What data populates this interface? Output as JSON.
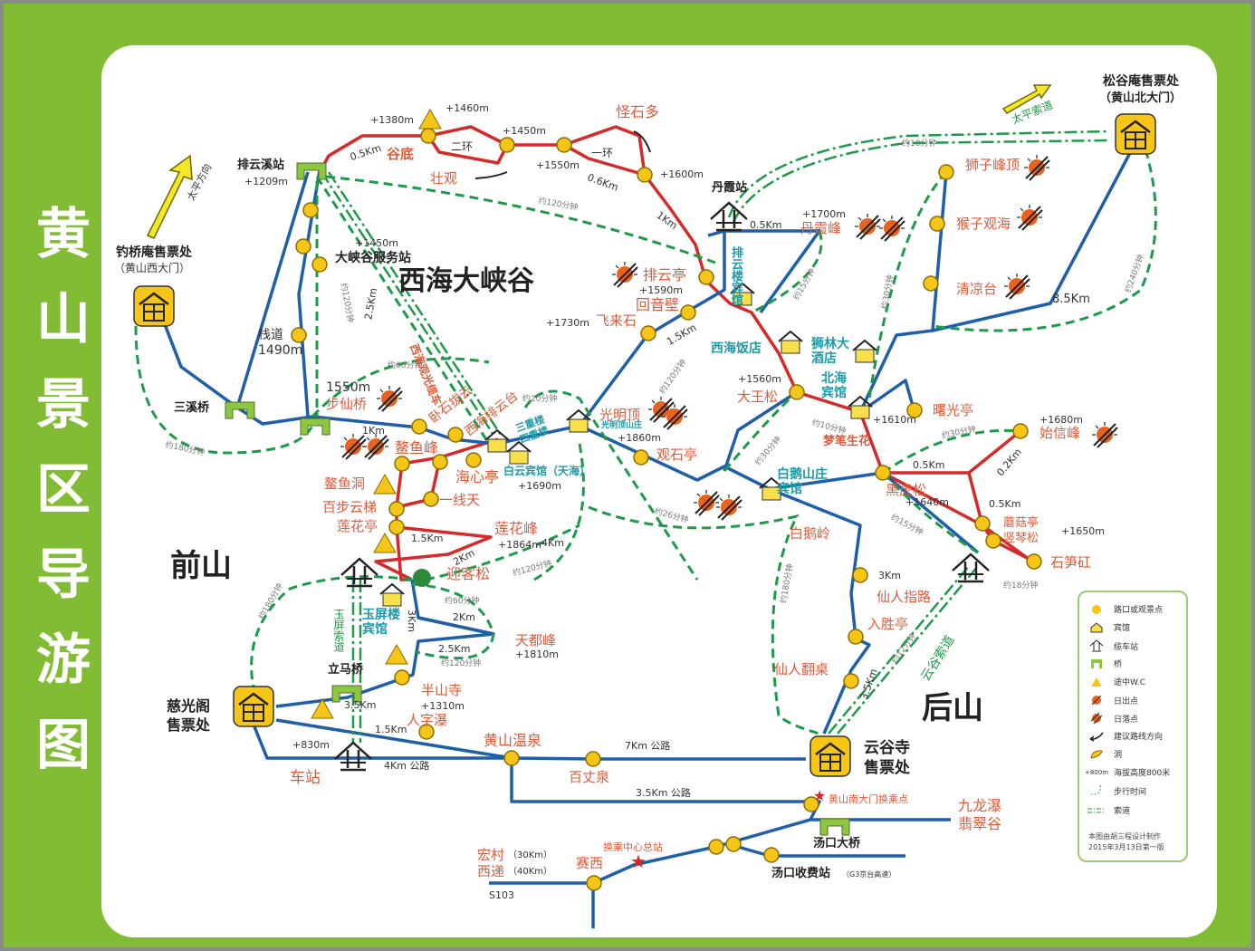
{
  "title": {
    "chars": [
      "黄",
      "山",
      "景",
      "区",
      "导",
      "游",
      "图"
    ]
  },
  "regions": {
    "front_mountain": "前山",
    "back_mountain": "后山",
    "west_sea_canyon": "西海大峡谷"
  },
  "gates": {
    "west_gate": {
      "name": "钓桥庵售票处",
      "sub": "（黄山西大门）"
    },
    "north_gate": {
      "name": "松谷庵售票处",
      "sub": "（黄山北大门）"
    },
    "ciguang_gate": {
      "name1": "慈光阁",
      "name2": "售票处"
    },
    "yungu_gate": {
      "name1": "云谷寺",
      "name2": "售票处"
    }
  },
  "direction_arrows": {
    "taiping_direction": "太平方向",
    "taiping_cableway": "太平索道"
  },
  "stations": {
    "paiyunxi": {
      "name": "排云溪站",
      "elev": "+1209m"
    },
    "danxia": {
      "name": "丹霞站"
    },
    "canyon_service": {
      "name": "大峡谷服务站",
      "elev": "+1450m"
    },
    "sanxi_bridge": "三溪桥",
    "lima_bridge": "立马桥",
    "tangkou_bridge": "汤口大桥",
    "tangkou_toll": {
      "name": "汤口收费站",
      "sub": "（G3京台高速）"
    },
    "bus_station": "车站",
    "transfer_center": "换乘中心总站",
    "south_gate_transfer": "黄山南大门换乘点"
  },
  "scenic_spots": [
    {
      "name": "谷底",
      "elev": "+1380m"
    },
    {
      "name": "壮观"
    },
    {
      "name": "怪石多"
    },
    {
      "name": "二环"
    },
    {
      "name": "一环"
    },
    {
      "name": "排云亭",
      "elev": "+1590m"
    },
    {
      "name": "回音壁"
    },
    {
      "name": "飞来石",
      "elev": "+1730m"
    },
    {
      "name": "丹霞峰",
      "elev": "+1700m"
    },
    {
      "name": "狮子峰顶"
    },
    {
      "name": "猴子观海"
    },
    {
      "name": "清凉台"
    },
    {
      "name": "大王松",
      "elev": "+1560m"
    },
    {
      "name": "梦笔生花"
    },
    {
      "name": "曙光亭"
    },
    {
      "name": "始信峰",
      "elev": "+1680m"
    },
    {
      "name": "黑虎松",
      "elev": "+1640m"
    },
    {
      "name": "蘑菇亭"
    },
    {
      "name": "竖琴松",
      "elev": "+1650m"
    },
    {
      "name": "石笋矼"
    },
    {
      "name": "白鹅岭"
    },
    {
      "name": "仙人指路"
    },
    {
      "name": "入胜亭"
    },
    {
      "name": "仙人翻桌"
    },
    {
      "name": "光明顶",
      "elev": "+1860m"
    },
    {
      "name": "观石亭"
    },
    {
      "name": "步仙桥",
      "elev": "1550m"
    },
    {
      "name": "卧石拔云"
    },
    {
      "name": "西海排云台"
    },
    {
      "name": "鳌鱼峰"
    },
    {
      "name": "海心亭"
    },
    {
      "name": "鳌鱼洞"
    },
    {
      "name": "一线天"
    },
    {
      "name": "百步云梯"
    },
    {
      "name": "莲花亭"
    },
    {
      "name": "莲花峰",
      "elev": "+1864m"
    },
    {
      "name": "迎客松"
    },
    {
      "name": "天都峰",
      "elev": "+1810m"
    },
    {
      "name": "半山寺",
      "elev": "+1310m"
    },
    {
      "name": "人字瀑"
    },
    {
      "name": "黄山温泉"
    },
    {
      "name": "百丈泉"
    },
    {
      "name": "九龙瀑"
    },
    {
      "name": "翡翠谷"
    },
    {
      "name": "赛西"
    },
    {
      "name": "宏村",
      "dist": "（30Km）"
    },
    {
      "name": "西递",
      "dist": "（40Km）"
    },
    {
      "name": "栈道",
      "elev": "1490m"
    }
  ],
  "hotels": {
    "paiyunlou": "排云楼宾馆",
    "xihai": "西海饭店",
    "shilin": "狮林大酒店",
    "beihai": "北海宾馆",
    "guangmingding": "光明顶山庄",
    "sanxianlou": "三重楼四重楼",
    "baiyun": "白云宾馆（天海）",
    "baiyun_elev": "+1690m",
    "baie": "白鹅山庄宾馆",
    "yupinglou": "玉屏楼宾馆"
  },
  "cableways": {
    "yuping": "玉屏索道",
    "yungu": "云谷索道",
    "xihai_tourist": "西海观光缆车"
  },
  "misc_elevations": [
    "+1460m",
    "+1450m",
    "+1550m",
    "+1600m",
    "+1610m",
    "+830m"
  ],
  "distances": [
    "0.5Km",
    "0.6Km",
    "1Km",
    "2.5Km",
    "1.5Km",
    "8.5Km",
    "1Km",
    "0.5Km",
    "0.5Km",
    "0.2Km",
    "0.5Km",
    "3Km",
    "3.5Km",
    "1.5Km",
    "2Km",
    "4Km",
    "2Km",
    "2.5Km",
    "3Km",
    "3.5Km",
    "1.5Km",
    "4Km 公路",
    "7Km 公路",
    "3.5Km 公路",
    "S103"
  ],
  "walk_times": [
    "约120分钟",
    "约120分钟",
    "约60分钟",
    "约180分钟",
    "约20分钟",
    "约120分钟",
    "约10分钟",
    "约15分钟",
    "约30分钟",
    "约240分钟",
    "约10分钟",
    "约30分钟",
    "约30分钟",
    "约26分钟",
    "约15分钟",
    "约18分钟",
    "约180分钟",
    "约12分钟",
    "约180分钟",
    "约60分钟",
    "约120分钟",
    "约120分钟"
  ],
  "legend": {
    "items": [
      {
        "icon": "junction-dot-icon",
        "label": "路口或观景点"
      },
      {
        "icon": "hotel-icon",
        "label": "宾馆"
      },
      {
        "icon": "cable-station-icon",
        "label": "缆车站"
      },
      {
        "icon": "bridge-icon",
        "label": "桥"
      },
      {
        "icon": "toilet-triangle-icon",
        "label": "途中W.C"
      },
      {
        "icon": "sunrise-icon",
        "label": "日出点"
      },
      {
        "icon": "sunset-icon",
        "label": "日落点"
      },
      {
        "icon": "route-arrow-icon",
        "label": "建议路线方向"
      },
      {
        "icon": "cave-icon",
        "label": "洞"
      },
      {
        "icon": "elevation-text-icon",
        "label": "海拔高度800米",
        "sample": "+800m"
      },
      {
        "icon": "walk-time-icon",
        "label": "步行时间"
      },
      {
        "icon": "cableway-line-icon",
        "label": "索道"
      }
    ],
    "credit_line1": "本图由胡三程设计制作",
    "credit_line2": "2015年3月13日第一版"
  },
  "colors": {
    "frame_green": "#82bc35",
    "route_red": "#d42a2a",
    "route_blue": "#1f5fa8",
    "cable_green": "#1f9a4a",
    "node_yellow": "#f5c518",
    "label_red": "#e05a3a",
    "hotel_teal": "#1d9aa8"
  }
}
